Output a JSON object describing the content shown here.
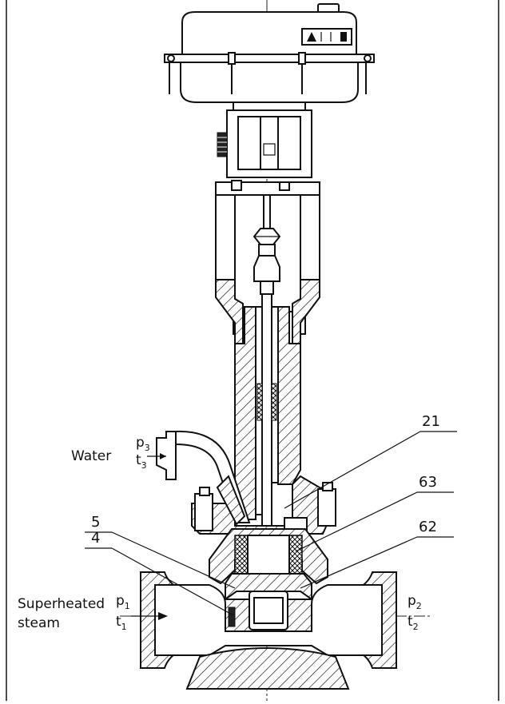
{
  "labels": {
    "water": "Water",
    "steam_line1": "Superheated",
    "steam_line2": "steam",
    "p": "p",
    "t": "t",
    "idx1": "1",
    "idx2": "2",
    "idx3": "3",
    "part_21": "21",
    "part_63": "63",
    "part_62": "62",
    "part_5": "5",
    "part_4": "4"
  },
  "colors": {
    "line": "#111111",
    "background": "#ffffff"
  }
}
